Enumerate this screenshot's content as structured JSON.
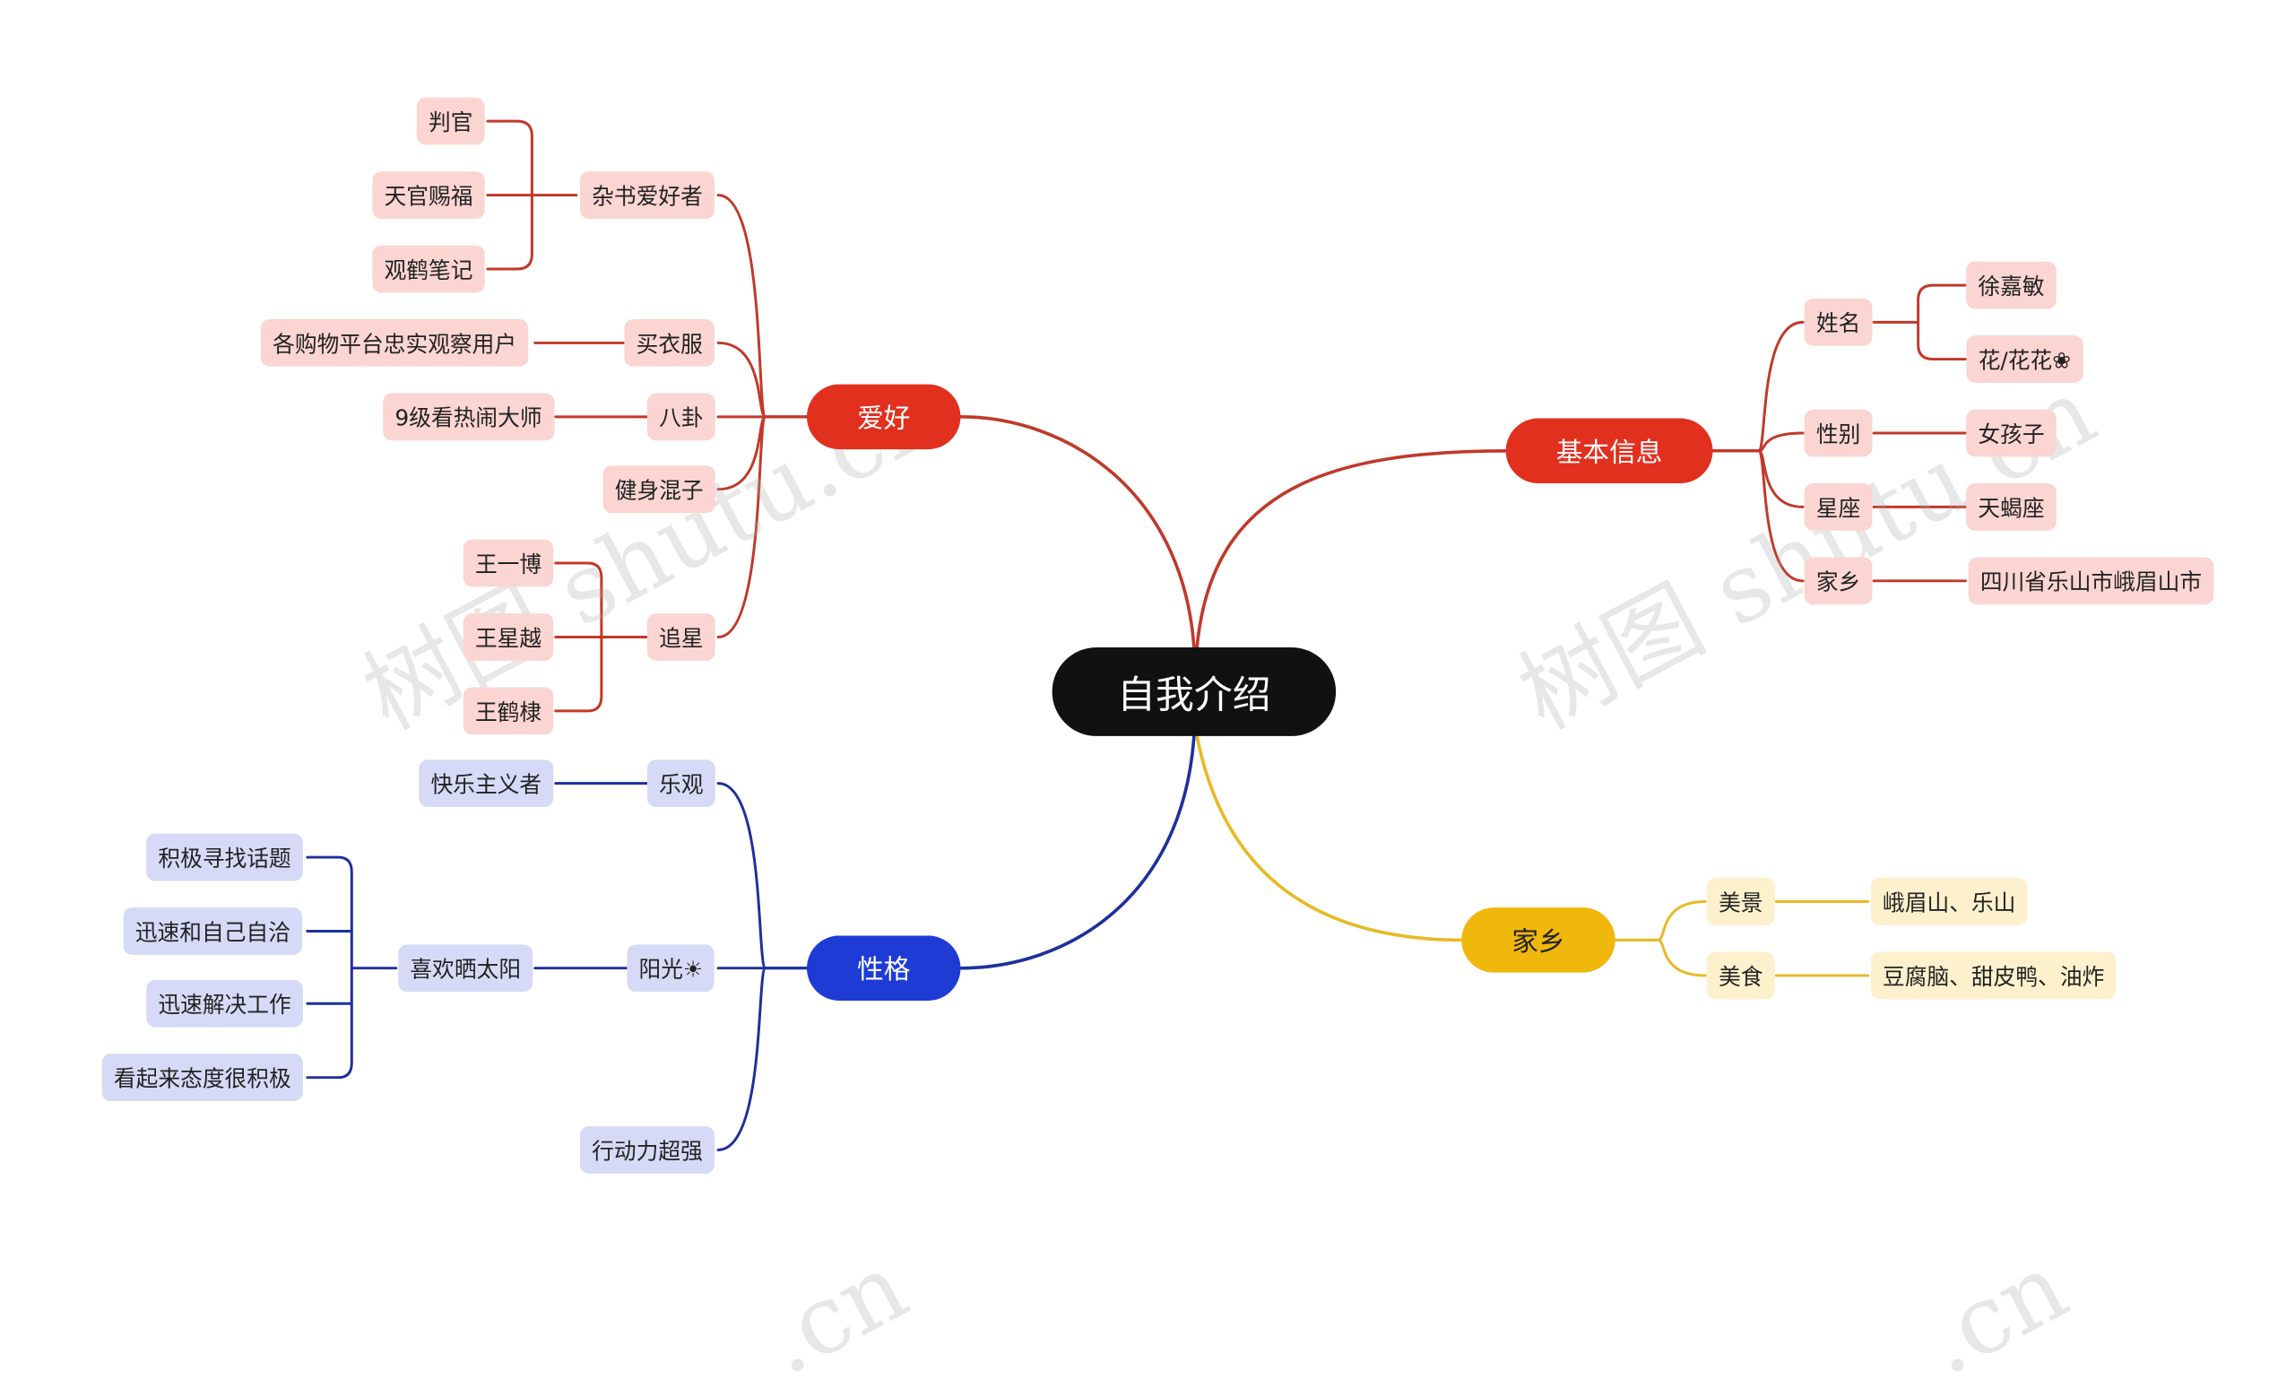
{
  "root": "自我介绍",
  "colors": {
    "red": "#e1301e",
    "red_line": "#c0392b",
    "red_leaf": "#fbd5d2",
    "blue": "#1f3bd6",
    "blue_line": "#1e2f9e",
    "blue_leaf": "#d6daf7",
    "yellow": "#f0b70c",
    "yellow_line": "#e8b923",
    "yellow_leaf": "#fdf0cc",
    "root": "#111111"
  },
  "branches": {
    "hobby": {
      "label": "爱好",
      "children": [
        {
          "label": "杂书爱好者",
          "children": [
            "判官",
            "天官赐福",
            "观鹤笔记"
          ]
        },
        {
          "label": "买衣服",
          "children": [
            "各购物平台忠实观察用户"
          ]
        },
        {
          "label": "八卦",
          "children": [
            "9级看热闹大师"
          ]
        },
        {
          "label": "健身混子",
          "children": []
        },
        {
          "label": "追星",
          "children": [
            "王一博",
            "王星越",
            "王鹤棣"
          ]
        }
      ]
    },
    "personality": {
      "label": "性格",
      "children": [
        {
          "label": "乐观",
          "children": [
            {
              "label": "快乐主义者",
              "children": []
            }
          ]
        },
        {
          "label": "阳光☀",
          "children": [
            {
              "label": "喜欢晒太阳",
              "children": [
                "积极寻找话题",
                "迅速和自己自洽",
                "迅速解决工作",
                "看起来态度很积极"
              ]
            }
          ]
        },
        {
          "label": "行动力超强",
          "children": []
        }
      ]
    },
    "basic": {
      "label": "基本信息",
      "children": [
        {
          "label": "姓名",
          "children": [
            "徐嘉敏",
            "花/花花❀"
          ]
        },
        {
          "label": "性别",
          "children": [
            "女孩子"
          ]
        },
        {
          "label": "星座",
          "children": [
            "天蝎座"
          ]
        },
        {
          "label": "家乡",
          "children": [
            "四川省乐山市峨眉山市"
          ]
        }
      ]
    },
    "hometown": {
      "label": "家乡",
      "children": [
        {
          "label": "美景",
          "children": [
            "峨眉山、乐山"
          ]
        },
        {
          "label": "美食",
          "children": [
            "豆腐脑、甜皮鸭、油炸"
          ]
        }
      ]
    }
  },
  "watermarks": [
    "树图 shutu.cn",
    "树图 shutu.cn",
    ".cn",
    ".cn"
  ]
}
